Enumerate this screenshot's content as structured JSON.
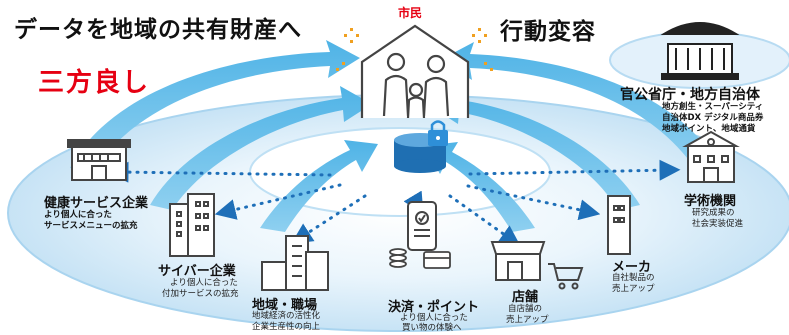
{
  "header": {
    "left_title": "データを地域の共有財産へ",
    "right_title": "行動変容",
    "slogan": "三方良し",
    "citizen": "市民"
  },
  "nodes": {
    "government": {
      "title": "官公省庁・地方自治体",
      "lines": [
        "地方創生・スーパーシティ",
        "自治体DX デジタル商品券",
        "地域ポイント、地域通貨"
      ]
    },
    "health": {
      "title": "健康サービス企業",
      "lines": [
        "より個人に合った",
        "サービスメニューの拡充"
      ]
    },
    "cyber": {
      "title": "サイバー企業",
      "lines": [
        "より個人に合った",
        "付加サービスの拡充"
      ]
    },
    "region": {
      "title": "地域・職場",
      "lines": [
        "地域経済の活性化",
        "企業生産性の向上"
      ]
    },
    "payment": {
      "title": "決済・ポイント",
      "lines": [
        "より個人に合った",
        "買い物の体験へ"
      ]
    },
    "store": {
      "title": "店舗",
      "lines": [
        "自店舗の",
        "売上アップ"
      ]
    },
    "maker": {
      "title": "メーカ",
      "lines": [
        "自社製品の",
        "売上アップ"
      ]
    },
    "academic": {
      "title": "学術機関",
      "lines": [
        "研究成果の",
        "社会実装促進"
      ]
    }
  },
  "colors": {
    "arrow": "#3a9fd6",
    "ellipse_light": "#dff0fa",
    "ellipse_mid": "#c3e2f5",
    "ellipse_edge": "#8cc6ea",
    "dots": "#1e6fb8",
    "icon_stroke": "#444444",
    "accent_red": "#e60012",
    "sparkle": "#f0a020",
    "cylinder": "#1f6fb2",
    "lock": "#2e8fd8"
  }
}
